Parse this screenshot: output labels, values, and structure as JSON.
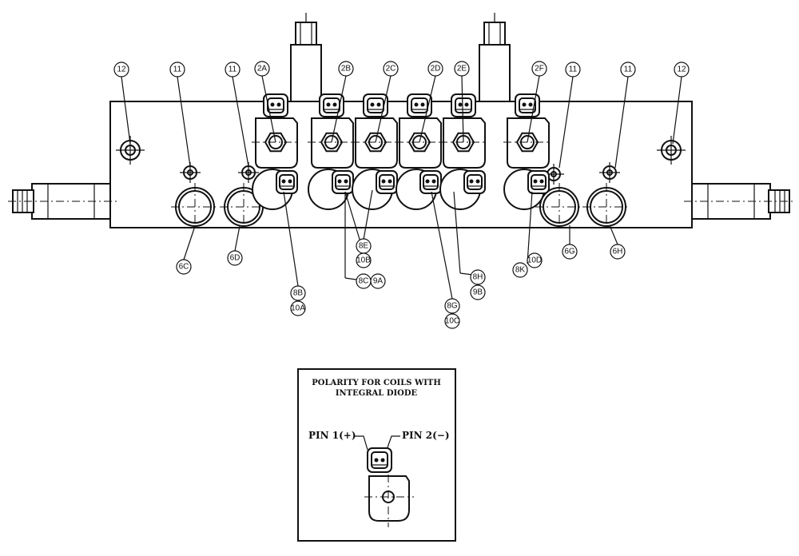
{
  "callouts": [
    {
      "id": "c12L",
      "label": "12"
    },
    {
      "id": "c11a",
      "label": "11"
    },
    {
      "id": "c11b",
      "label": "11"
    },
    {
      "id": "c2A",
      "label": "2A"
    },
    {
      "id": "c2B",
      "label": "2B"
    },
    {
      "id": "c2C",
      "label": "2C"
    },
    {
      "id": "c2D",
      "label": "2D"
    },
    {
      "id": "c2E",
      "label": "2E"
    },
    {
      "id": "c2F",
      "label": "2F"
    },
    {
      "id": "c11c",
      "label": "11"
    },
    {
      "id": "c11d",
      "label": "11"
    },
    {
      "id": "c12R",
      "label": "12"
    },
    {
      "id": "c6C",
      "label": "6C"
    },
    {
      "id": "c6D",
      "label": "6D"
    },
    {
      "id": "c8E",
      "label": "8E"
    },
    {
      "id": "c10B",
      "label": "10B"
    },
    {
      "id": "c8C",
      "label": "8C"
    },
    {
      "id": "c9A",
      "label": "9A"
    },
    {
      "id": "c8B",
      "label": "8B"
    },
    {
      "id": "c10A",
      "label": "10A"
    },
    {
      "id": "c8G",
      "label": "8G"
    },
    {
      "id": "c10C",
      "label": "10C"
    },
    {
      "id": "c8H",
      "label": "8H"
    },
    {
      "id": "c9B",
      "label": "9B"
    },
    {
      "id": "c8K",
      "label": "8K"
    },
    {
      "id": "c10D",
      "label": "10D"
    },
    {
      "id": "c6G",
      "label": "6G"
    },
    {
      "id": "c6H",
      "label": "6H"
    }
  ],
  "inset": {
    "title_line1": "POLARITY FOR COILS WITH",
    "title_line2": "INTEGRAL DIODE",
    "pin1_label": "PIN 1(+)",
    "pin2_label": "PIN 2(−)"
  }
}
